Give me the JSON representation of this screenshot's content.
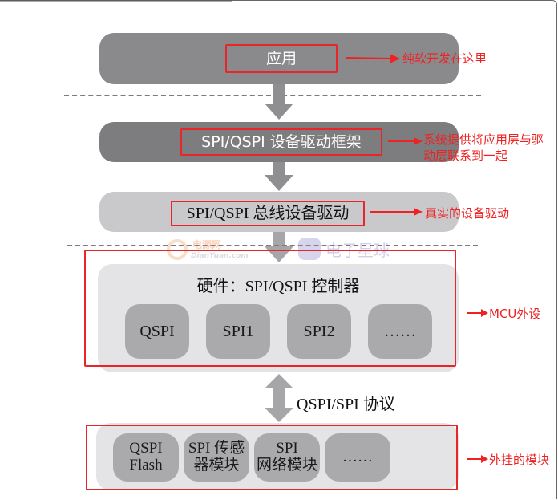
{
  "diagram": {
    "layers": {
      "application": {
        "label": "应用",
        "annotation": "纯软开发在这里"
      },
      "framework": {
        "label": "SPI/QSPI 设备驱动框架",
        "annotation_line1": "系统提供将应用层与驱",
        "annotation_line2": "动层联系到一起"
      },
      "bus_driver": {
        "label": "SPI/QSPI 总线设备驱动",
        "annotation": "真实的设备驱动"
      },
      "hardware": {
        "title": "硬件：SPI/QSPI 控制器",
        "annotation": "MCU外设",
        "controllers": [
          "QSPI",
          "SPI1",
          "SPI2",
          "……"
        ]
      },
      "protocol": {
        "label": "QSPI/SPI 协议"
      },
      "modules": {
        "annotation": "外挂的模块",
        "items": [
          {
            "line1": "QSPI",
            "line2": "Flash"
          },
          {
            "line1": "SPI 传感",
            "line2": "器模块"
          },
          {
            "line1": "SPI",
            "line2": "网络模块"
          },
          {
            "line1": "……",
            "line2": ""
          }
        ]
      }
    },
    "watermarks": {
      "left_brand": "电源网",
      "left_url": "DianYuan.com",
      "right_brand": "电子星球"
    },
    "colors": {
      "highlight": "#e8262a",
      "annotation": "#ee2222",
      "layer_dark": "#8a898b",
      "layer_light": "#c9c8ca",
      "layer_pale": "#e4e3e5",
      "chip": "#aaa9ab"
    }
  }
}
